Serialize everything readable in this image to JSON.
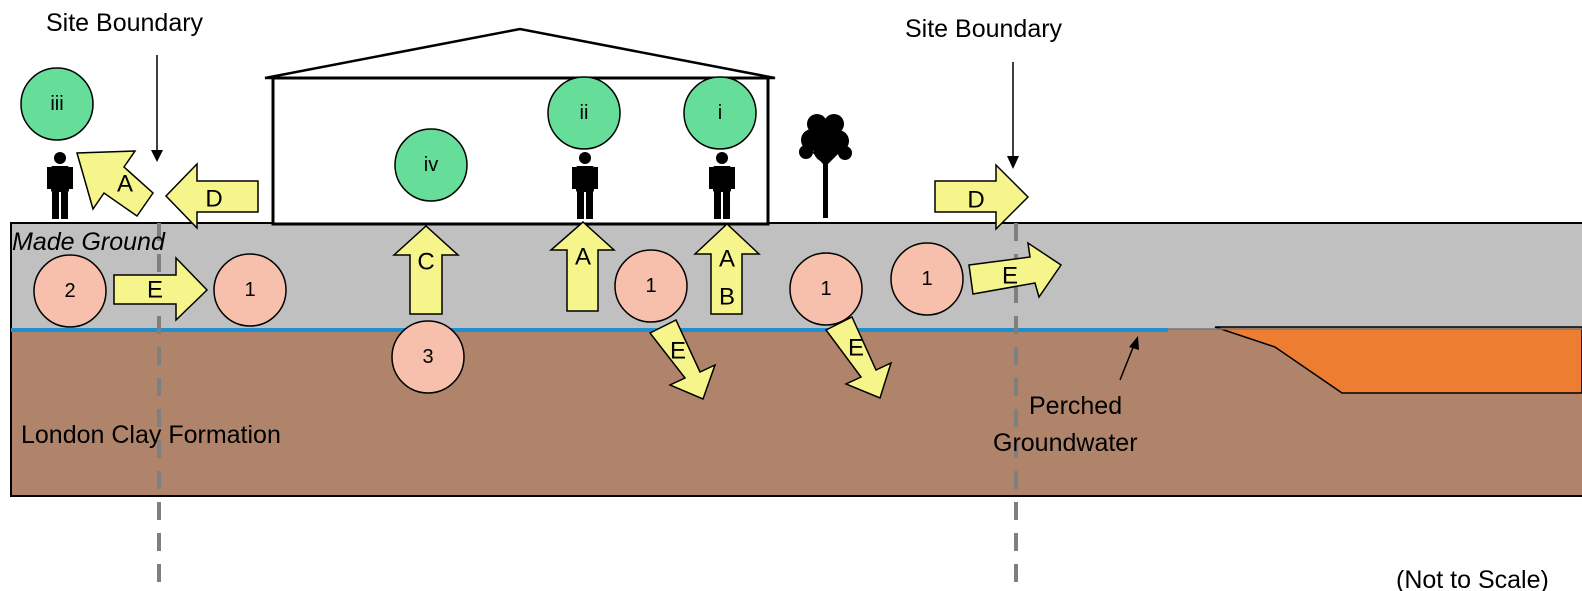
{
  "labels": {
    "site_boundary_left": "Site Boundary",
    "site_boundary_right": "Site Boundary",
    "made_ground": "Made Ground",
    "london_clay": "London Clay Formation",
    "perched_line1": "Perched",
    "perched_line2": "Groundwater",
    "not_to_scale": "(Not to Scale)"
  },
  "receptors": {
    "iii": "iii",
    "iv": "iv",
    "ii": "ii",
    "i": "i"
  },
  "sources": {
    "s2": "2",
    "s1a": "1",
    "s3": "3",
    "s1b": "1",
    "s1c": "1",
    "s1d": "1"
  },
  "pathways": {
    "a_left": "A",
    "d_left": "D",
    "e_left": "E",
    "c": "C",
    "a_mid": "A",
    "ab_a": "A",
    "ab_b": "B",
    "e_diag1": "E",
    "e_diag2": "E",
    "d_right": "D",
    "e_right": "E"
  },
  "colors": {
    "made_ground": "#c0c0c0",
    "london_clay": "#af846b",
    "perched_water": "#1f8fd0",
    "orange_body": "#ed7d31",
    "receptor": "#66dd99",
    "source": "#f7c0ac",
    "arrow": "#f5f58c"
  }
}
